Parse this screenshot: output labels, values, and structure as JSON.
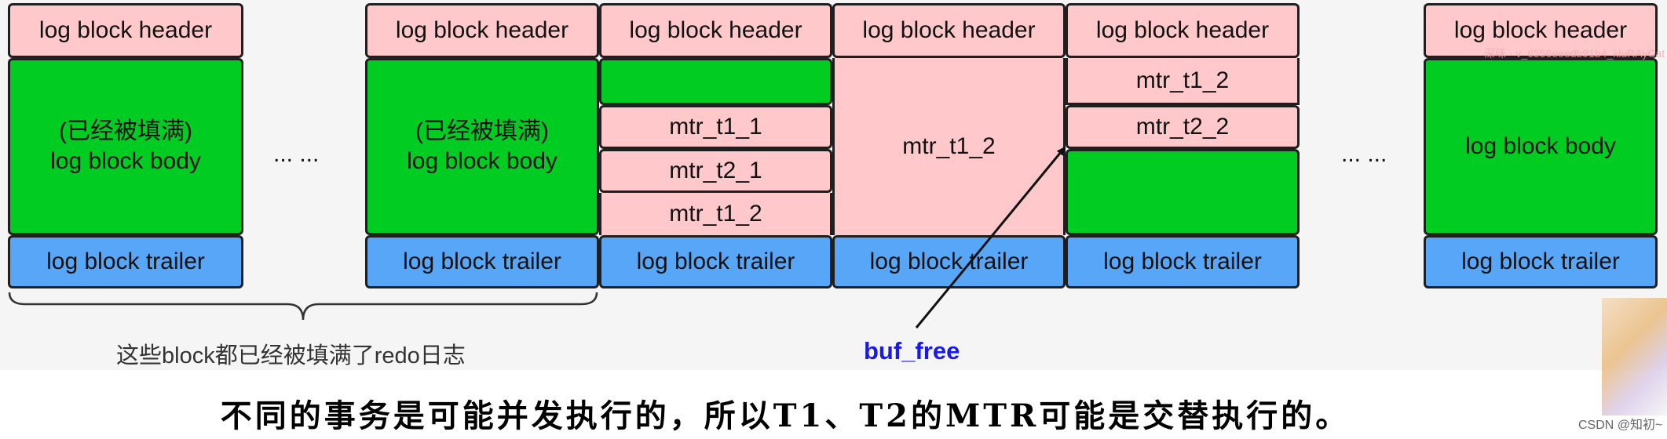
{
  "labels": {
    "header": "log block header",
    "trailer": "log block trailer",
    "filled_body": "(已经被填满)\nlog block body",
    "body": "log block body",
    "ellipsis": "... ...",
    "mtr_t1_1": "mtr_t1_1",
    "mtr_t2_1": "mtr_t2_1",
    "mtr_t1_2": "mtr_t1_2",
    "mtr_t2_2": "mtr_t2_2"
  },
  "annotations": {
    "brace_label": "这些block都已经被填满了redo日志",
    "buf_free": "buf_free"
  },
  "caption": "不同的事务是可能并发执行的，所以T1、T2的MTR可能是交替执行的。",
  "watermarks": {
    "top": "深味 · v_6556eeedb91b4_kluRAyCat",
    "bottom": "CSDN @知初~"
  },
  "colors": {
    "header_pink": "#ffc9cc",
    "body_green": "#00cc22",
    "trailer_blue": "#57a6f7",
    "buf_free_text": "#1a1ae6"
  }
}
